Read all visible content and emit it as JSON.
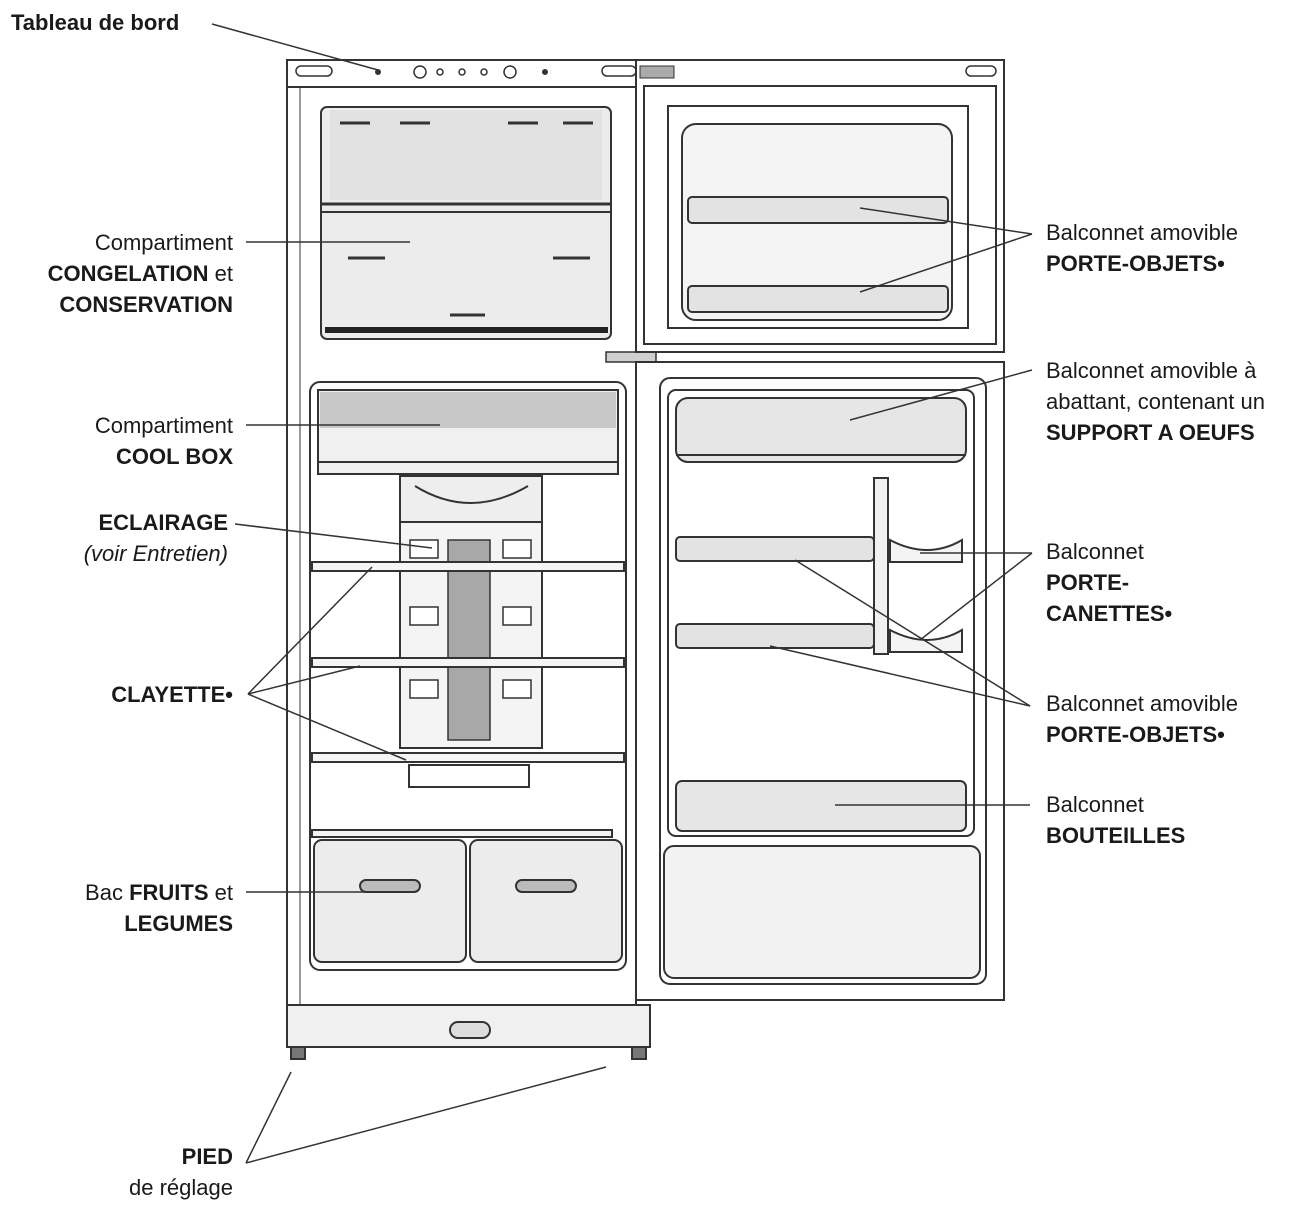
{
  "labels": {
    "tableau_de_bord": "Tableau de bord",
    "compartiment_1": "Compartiment",
    "congelation": "CONGELATION",
    "et_1": " et",
    "conservation": "CONSERVATION",
    "compartiment_2": "Compartiment",
    "cool_box": "COOL BOX",
    "eclairage": "ECLAIRAGE",
    "voir_entretien": "(voir Entretien)",
    "clayette": "CLAYETTE•",
    "bac": "Bac ",
    "fruits": "FRUITS",
    "et_2": " et",
    "legumes": "LEGUMES",
    "pied": "PIED",
    "de_reglage": "de réglage",
    "balconnet_amovible_1": "Balconnet amovible",
    "porte_objets_1": "PORTE-OBJETS•",
    "balconnet_abattant_1": "Balconnet amovible à",
    "balconnet_abattant_2": "abattant, contenant un",
    "support_a_oeufs": "SUPPORT A OEUFS",
    "balconnet_1": "Balconnet",
    "porte_": "PORTE-",
    "canettes": "CANETTES•",
    "balconnet_amovible_2": "Balconnet amovible",
    "porte_objets_2": "PORTE-OBJETS•",
    "balconnet_2": "Balconnet",
    "bouteilles": "BOUTEILLES"
  },
  "colors": {
    "line": "#333333",
    "fill_light": "#f2f2f2",
    "fill_mid": "#d9d9d9",
    "fill_dark": "#a8a8a8"
  }
}
